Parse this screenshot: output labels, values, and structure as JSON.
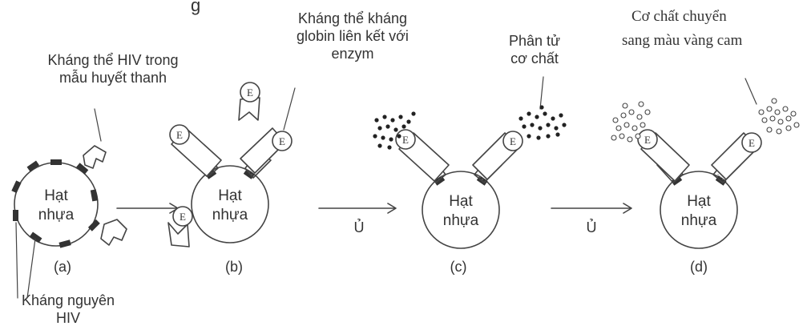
{
  "title_fragment": "g",
  "bead_label_line1": "Hạt",
  "bead_label_line2": "nhựa",
  "enzyme_letter": "E",
  "incubate_label": "Ủ",
  "labels": {
    "hiv_antibody_line1": "Kháng thể HIV trong",
    "hiv_antibody_line2": "mẫu huyết thanh",
    "anti_globulin_line1": "Kháng thể kháng",
    "anti_globulin_line2": "globin liên kết với",
    "anti_globulin_line3": "enzym",
    "substrate_line1": "Phân tử",
    "substrate_line2": "cơ chất",
    "color_change_line1": "Cơ chất chuyển",
    "color_change_line2": "sang màu vàng cam",
    "hiv_antigen_line1": "Kháng nguyên",
    "hiv_antigen_line2": "HIV"
  },
  "panels": [
    "(a)",
    "(b)",
    "(c)",
    "(d)"
  ]
}
